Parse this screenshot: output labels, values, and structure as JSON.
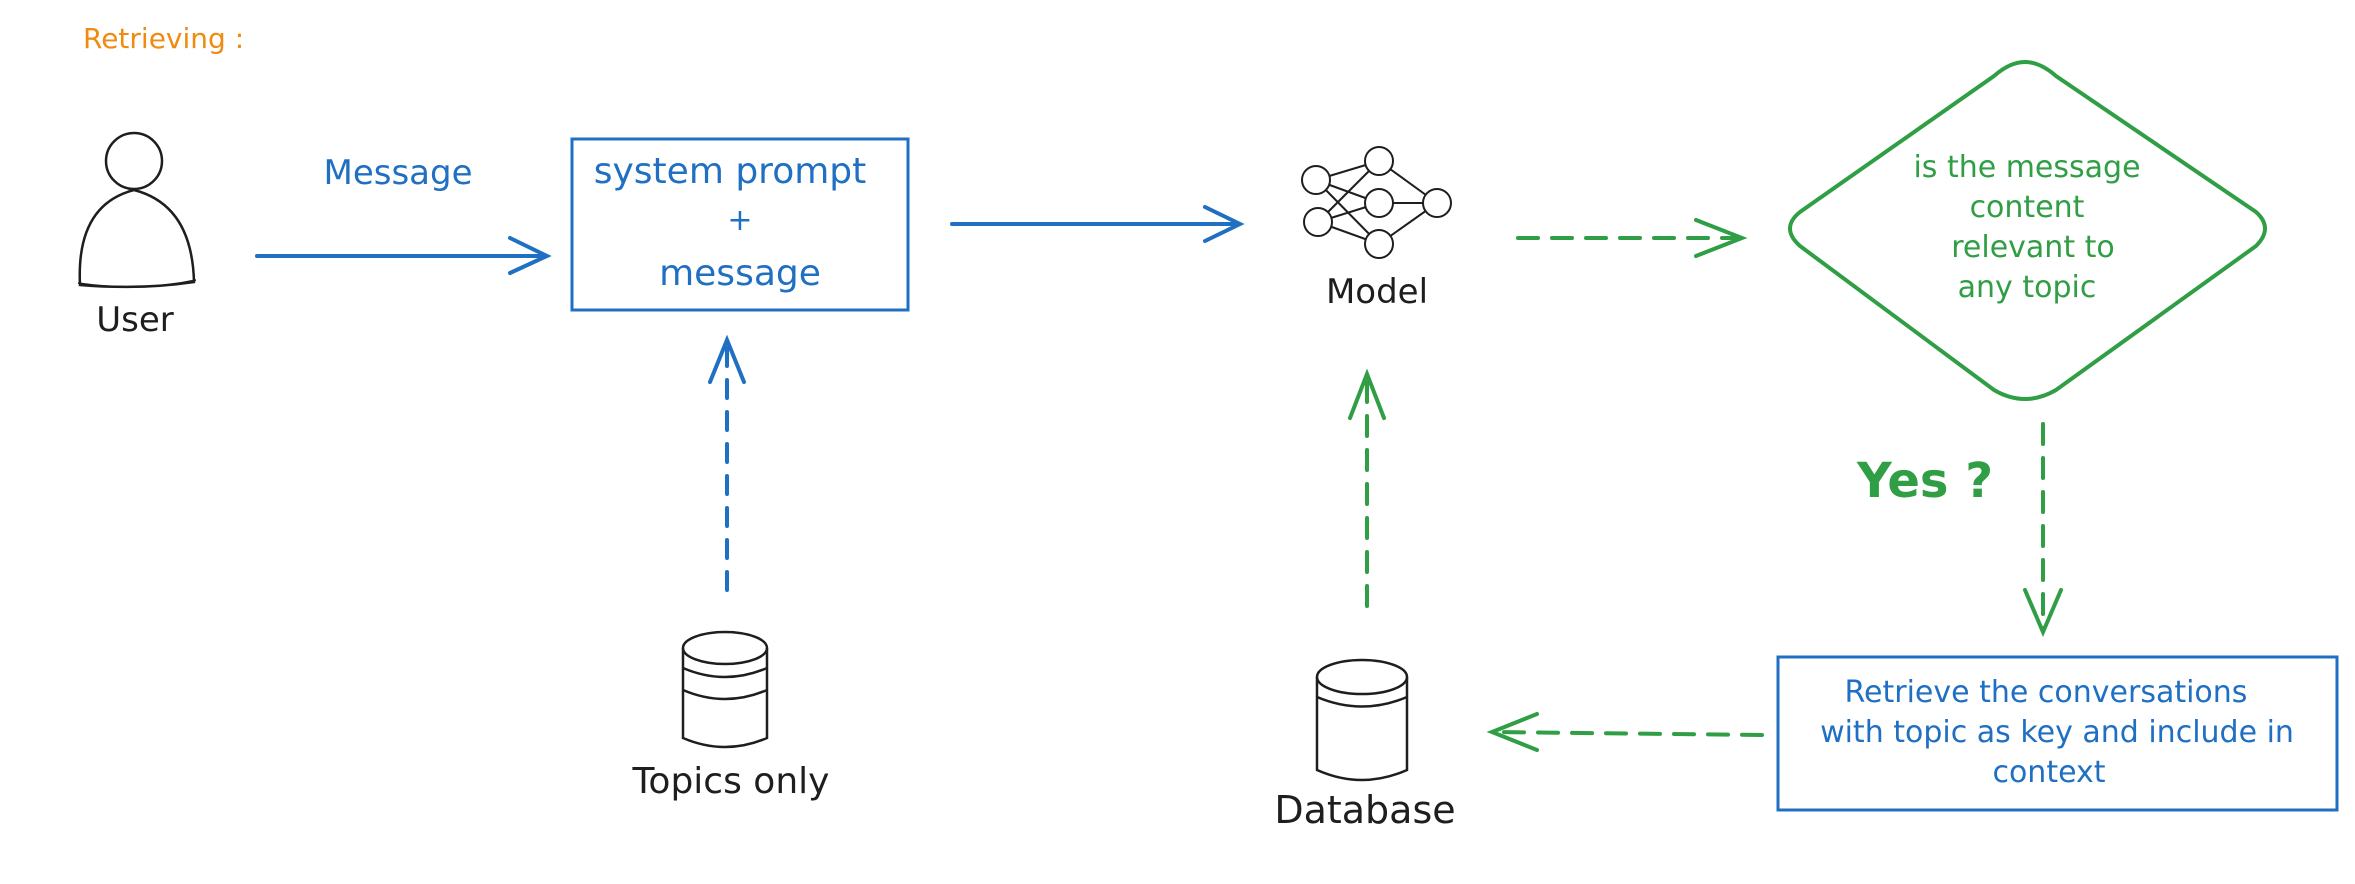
{
  "heading": "Retrieving :",
  "nodes": {
    "user": {
      "label": "User"
    },
    "prompt_box": {
      "line1": "system prompt",
      "line2": "+",
      "line3": "message"
    },
    "model": {
      "label": "Model"
    },
    "decision": {
      "line1": "is the message",
      "line2": "content",
      "line3": "relevant to",
      "line4": "any topic"
    },
    "topics_db": {
      "label": "Topics only"
    },
    "database": {
      "label": "Database"
    },
    "retrieve_box": {
      "line1": "Retrieve the conversations",
      "line2": "with topic as key and include in",
      "line3": "context"
    }
  },
  "edges": {
    "user_to_prompt": {
      "label": "Message"
    },
    "decision_to_retrieve": {
      "label": "Yes ?"
    }
  },
  "colors": {
    "orange": "#ef8b10",
    "blue": "#1f6fc3",
    "green": "#2f9e44",
    "black": "#1e1e1e"
  }
}
